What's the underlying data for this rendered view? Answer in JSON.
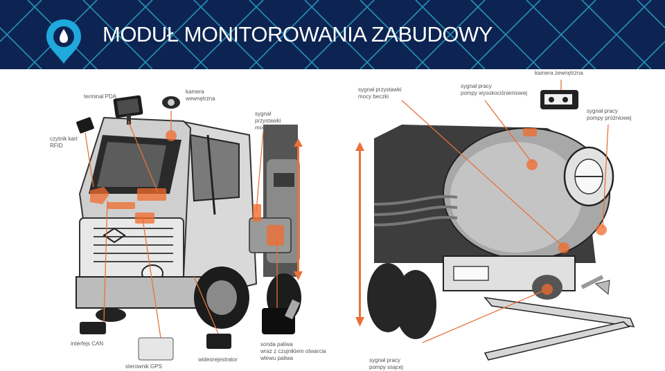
{
  "title": "MODUŁ MONITOROWANIA ZABUDOWY",
  "colors": {
    "header_bg": "#0d2452",
    "accent_lines": "#2aa7c9",
    "callout": "#e8713a",
    "logo": "#1fa9dd"
  },
  "logo_icon": "water-drop-pin-icon",
  "labels": {
    "terminal_pda": {
      "l1": "terminal PDA"
    },
    "kamera_wew": {
      "l1": "kamera",
      "l2": "wewnętrzna"
    },
    "czytnik": {
      "l1": "czytnik kart",
      "l2": "RFID"
    },
    "przystawka_mocy": {
      "l1": "sygnał",
      "l2": "przystawki",
      "l3": "mocy"
    },
    "interfejs_can": {
      "l1": "interfejs CAN"
    },
    "sterownik_gps": {
      "l1": "sterownik GPS"
    },
    "wideorejestrator": {
      "l1": "wideorejestrator"
    },
    "sonda_paliwa": {
      "l1": "sonda paliwa",
      "l2": "wraz z czujnikiem otwarcia",
      "l3": "wlewu paliwa"
    },
    "przystawki_beczki": {
      "l1": "sygnał przystawki",
      "l2": "mocy beczki"
    },
    "pompy_wysoko": {
      "l1": "sygnał pracy",
      "l2": "pompy wysokociśnieniowej"
    },
    "kamera_zew": {
      "l1": "kamera zewnętrzna"
    },
    "pompy_prozniowej": {
      "l1": "sygnał pracy",
      "l2": "pompy próżniowej"
    },
    "pompy_ssacej": {
      "l1": "sygnał pracy",
      "l2": "pompy ssącej"
    }
  }
}
